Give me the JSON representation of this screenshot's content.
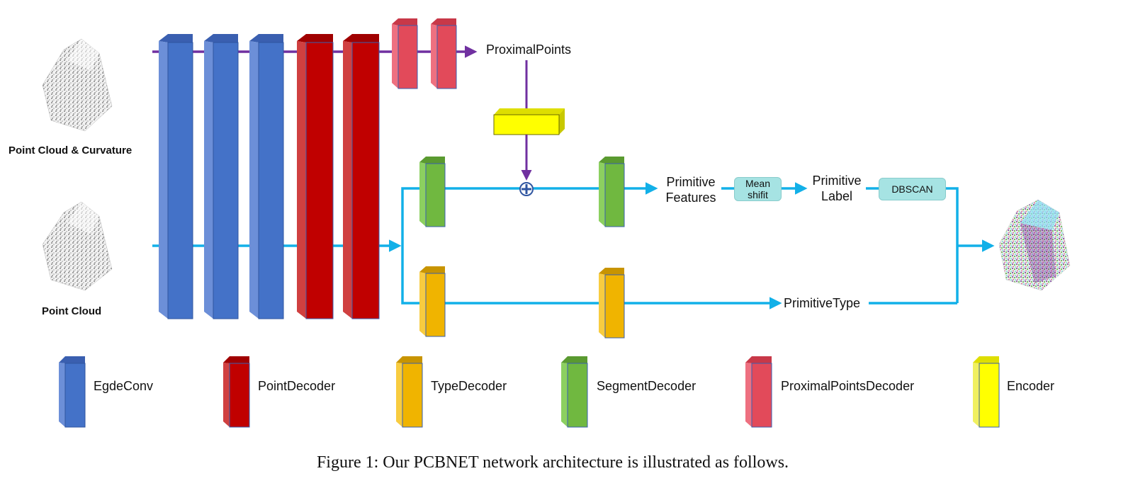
{
  "inputs": {
    "top_label": "Point Cloud & Curvature",
    "bottom_label": "Point Cloud"
  },
  "nodes": {
    "proximal_points": "ProximalPoints",
    "primitive_features_line1": "Primitive",
    "primitive_features_line2": "Features",
    "mean_shift_line1": "Mean",
    "mean_shift_line2": "shifit",
    "primitive_label_line1": "Primitive",
    "primitive_label_line2": "Label",
    "dbscan": "DBSCAN",
    "primitive_type": "PrimitiveType"
  },
  "legend": [
    {
      "label": "EgdeConv",
      "color": "#4472c8"
    },
    {
      "label": "PointDecoder",
      "color": "#c00000"
    },
    {
      "label": "TypeDecoder",
      "color": "#f0b400"
    },
    {
      "label": "SegmentDecoder",
      "color": "#70b840"
    },
    {
      "label": "ProximalPointsDecoder",
      "color": "#e24a5a"
    },
    {
      "label": "Encoder",
      "color": "#ffff00"
    }
  ],
  "colors": {
    "purple_arrow": "#7030a0",
    "blue_arrow": "#12b0e8"
  },
  "caption": "Figure 1: Our PCBNET network architecture is illustrated as follows."
}
